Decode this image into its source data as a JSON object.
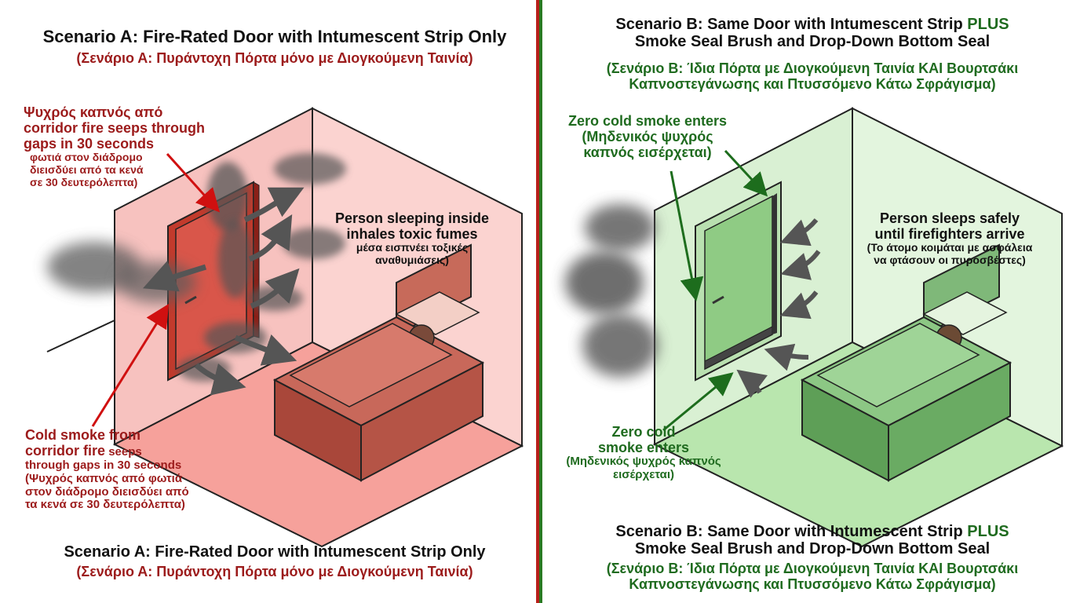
{
  "colors": {
    "red_text": "#9c1b1b",
    "green_text": "#1f6b1f",
    "red_room": "#f7b9b5",
    "green_room": "#cdeec6",
    "divider_red": "#b8201a",
    "divider_green": "#2a7a22"
  },
  "scenario_a": {
    "title": "Scenario A: Fire-Rated Door with Intumescent Strip Only",
    "title_gr": "(Σενάριο Α: Πυράντοχη Πόρτα μόνο με Διογκούμενη Ταινία)",
    "callout_top": {
      "gr1": "Ψυχρός καπνός από",
      "en1": "corridor fire seeps through",
      "en2": "gaps in 30 seconds",
      "gr2": "φωτιά στον διάδρομο",
      "gr3": "διεισδύει από τα κενά",
      "gr4": "σε 30 δευτερόλεπτα)"
    },
    "callout_person": {
      "en1": "Person sleeping inside",
      "en2": "inhales toxic fumes",
      "gr1": "μέσα εισπνέει τοξικές",
      "gr2": "αναθυμιάσεις)"
    },
    "callout_bottom": {
      "en1a": "Cold smoke from",
      "en2a": "corridor fire",
      "en2b": " seeps",
      "en3": "through gaps in 30 seconds",
      "gr1": "(Ψυχρός καπνός από φωτιά",
      "gr2": "στον διάδρομο διεισδύει από",
      "gr3": "τα κενά σε 30 δευτερόλεπτα)"
    },
    "footer_title": "Scenario A: Fire-Rated Door with Intumescent Strip Only",
    "footer_title_gr": "(Σενάριο Α: Πυράντοχη Πόρτα μόνο με Διογκούμενη Ταινία)"
  },
  "scenario_b": {
    "title_l1a": "Scenario B: Same Door with Intumescent Strip ",
    "title_plus": "PLUS",
    "title_l2": "Smoke Seal Brush and Drop-Down Bottom Seal",
    "title_gr1": "(Σενάριο Β: Ίδια Πόρτα με Διογκούμενη Ταινία ΚΑΙ Βουρτσάκι",
    "title_gr2": "Καπνοστεγάνωσης και Πτυσσόμενο Κάτω Σφράγισμα)",
    "callout_top": {
      "en1": "Zero cold smoke enters",
      "gr1": "(Μηδενικός ψυχρός",
      "gr2": "καπνός εισέρχεται)"
    },
    "callout_person": {
      "en1": "Person sleeps safely",
      "en2": "until firefighters arrive",
      "gr1": "(Το άτομο κοιμάται με ασφάλεια",
      "gr2": "να φτάσουν οι πυροσβέστες)"
    },
    "callout_bottom": {
      "en1": "Zero cold",
      "en2": "smoke enters",
      "gr1": "(Μηδενικός ψυχρός καπνός",
      "gr2": "εισέρχεται)"
    },
    "footer_l1a": "Scenario B: Same Door with Intumescent Strip ",
    "footer_plus": "PLUS",
    "footer_l2": "Smoke Seal Brush and Drop-Down Bottom Seal",
    "footer_gr1": "(Σενάριο Β: Ίδια Πόρτα με Διογκούμενη Ταινία ΚΑΙ Βουρτσάκι",
    "footer_gr2": "Καπνοστεγάνωσης και Πτυσσόμενο Κάτω Σφράγισμα)"
  }
}
